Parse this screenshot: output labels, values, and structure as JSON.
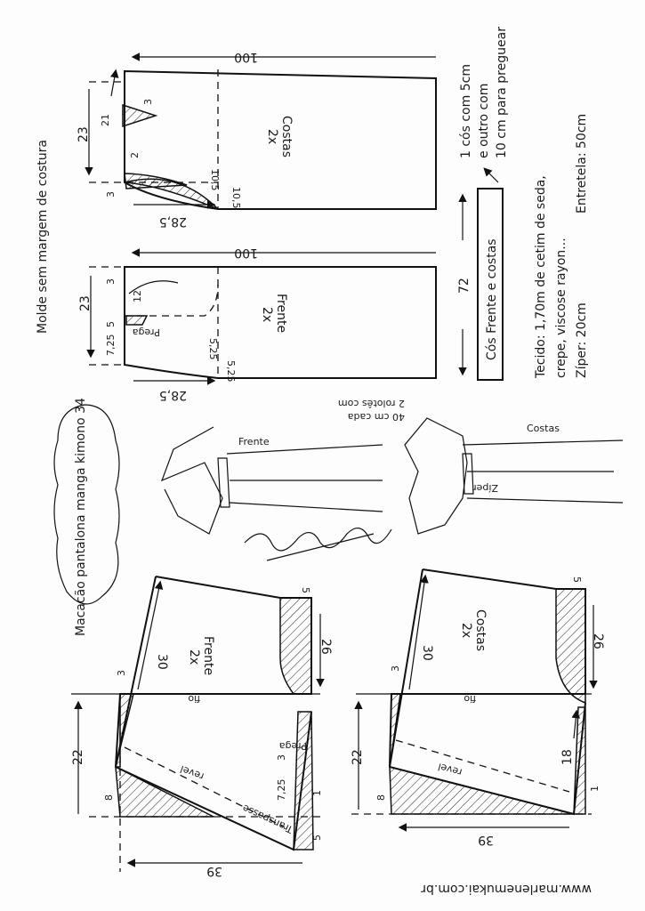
{
  "title": "Macacão pantalona manga kimono 34",
  "subtitle": "Molde sem margem de costura",
  "back_trouser": {
    "label": "Costas",
    "count": "2x",
    "length": "100",
    "rise": "23",
    "dart_length": "21",
    "dart_width": "3",
    "mark_2": "2",
    "mark_3": "3",
    "crotch_ext": "10,5",
    "crotch_drop": "10,5",
    "width": "28,5"
  },
  "front_trouser": {
    "label": "Frente",
    "count": "2x",
    "length": "100",
    "rise": "23",
    "pocket": "12",
    "mark_3": "3",
    "pleat_pos": "5",
    "pleat_width": "7,25",
    "pleat_label": "Prega",
    "crotch_ext": "5,25",
    "crotch_drop": "5,25",
    "width": "28,5"
  },
  "waistband": {
    "label": "Cós Frente e costas",
    "length": "72",
    "note_1": "1 cós com 5cm",
    "note_2": "e outro com",
    "note_3": "10 cm para preguear"
  },
  "materials": {
    "fabric_1": "Tecido: 1,70m de cetim de seda,",
    "fabric_2": "crepe, viscose rayon...",
    "zipper": "Zíper: 20cm",
    "interfacing": "Entretela: 50cm"
  },
  "sketch": {
    "front_label": "Frente",
    "back_label": "Costas",
    "zip_label": "Zíper",
    "rolotes_1": "2 rolotês com",
    "rolotes_2": "40 cm cada"
  },
  "front_bodice": {
    "label": "Frente",
    "count": "2x",
    "sleeve": "30",
    "sleeve_width": "5",
    "cuff": "26",
    "grain": "fio",
    "height": "22",
    "neck": "8",
    "shoulder": "3",
    "pleat_label": "Prega",
    "pleat_width": "3",
    "pleat_pos": "7,25",
    "overlap_label": "Transpasse",
    "overlap": "5",
    "facing": "revel",
    "width": "39",
    "mark_1": "1"
  },
  "back_bodice": {
    "label": "Costas",
    "count": "2x",
    "sleeve": "30",
    "sleeve_width": "5",
    "cuff": "26",
    "grain": "fio",
    "height": "22",
    "neck": "8",
    "shoulder": "3",
    "side": "18",
    "facing": "revel",
    "width": "39",
    "mark_1": "1"
  },
  "signature": "Marlene Mukai",
  "website": "www.marlenemukai.com.br"
}
